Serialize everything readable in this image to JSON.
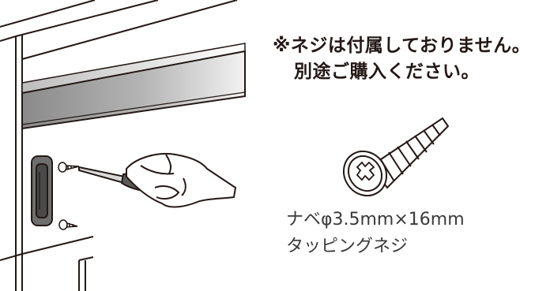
{
  "notice": {
    "line1": "※ネジは付属しておりません。",
    "line2": "別途ご購入ください。"
  },
  "screw_spec": {
    "line1": "ナベφ3.5mm×16mm",
    "line2": "タッピングネジ"
  },
  "colors": {
    "outline": "#231815",
    "shelf_gray": "#8c8c8c",
    "background": "#ffffff"
  }
}
